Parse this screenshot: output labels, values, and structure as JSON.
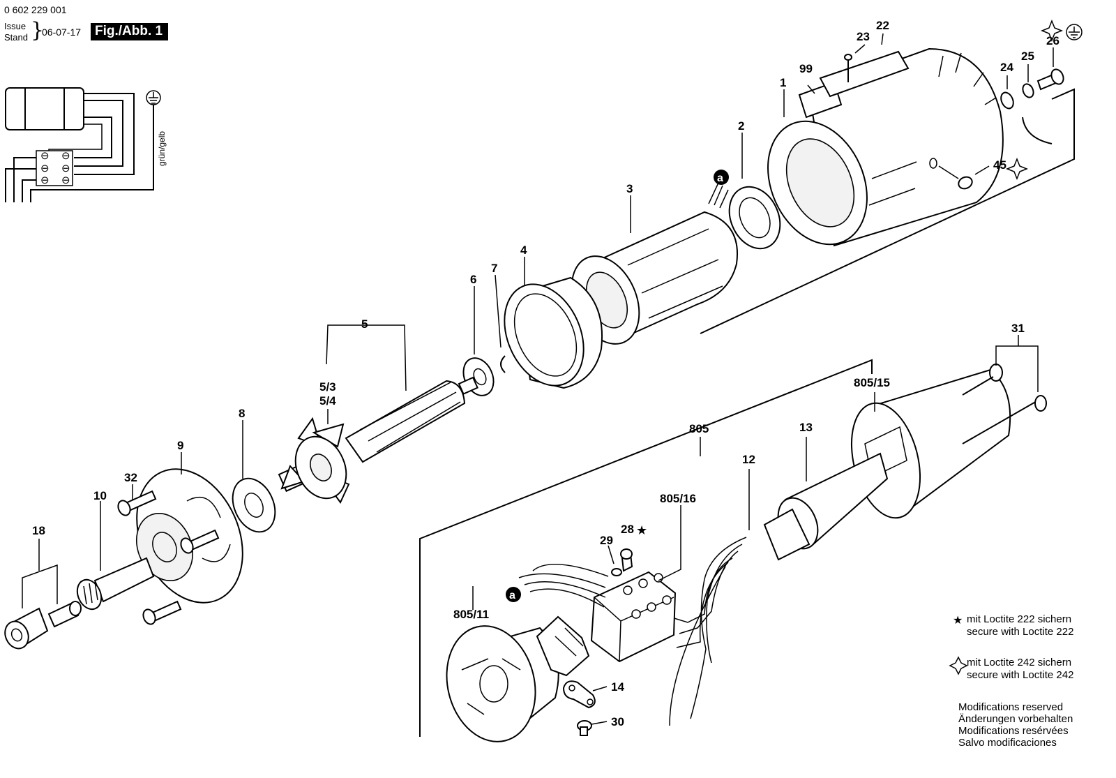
{
  "document": {
    "number": "0 602 229 001",
    "issue_label": "Issue",
    "stand_label": "Stand",
    "date": "06-07-17",
    "figure": "Fig./Abb. 1"
  },
  "wiring": {
    "ground_wire_label": "grün/gelb"
  },
  "callouts": {
    "p1": "1",
    "p2": "2",
    "p3": "3",
    "p4": "4",
    "p5": "5",
    "p5_3": "5/3",
    "p5_4": "5/4",
    "p6": "6",
    "p7": "7",
    "p8": "8",
    "p9": "9",
    "p10": "10",
    "p12": "12",
    "p13": "13",
    "p14": "14",
    "p18": "18",
    "p22": "22",
    "p23": "23",
    "p24": "24",
    "p25": "25",
    "p26": "26",
    "p28": "28",
    "p29": "29",
    "p30": "30",
    "p31": "31",
    "p32": "32",
    "p45": "45",
    "p99": "99",
    "p805": "805",
    "p805_11": "805/11",
    "p805_15": "805/15",
    "p805_16": "805/16",
    "wire_ref_a": "a"
  },
  "notes": {
    "loctite222_de": "mit Loctite 222 sichern",
    "loctite222_en": "secure with Loctite 222",
    "loctite242_de": "mit Loctite 242 sichern",
    "loctite242_en": "secure with Loctite 242",
    "mod_en": "Modifications reserved",
    "mod_de": "Änderungen vorbehalten",
    "mod_fr": "Modifications resérvées",
    "mod_es": "Salvo modificaciones"
  },
  "icons": [
    "ground-icon",
    "star-icon",
    "loctite-star-outline-icon"
  ]
}
